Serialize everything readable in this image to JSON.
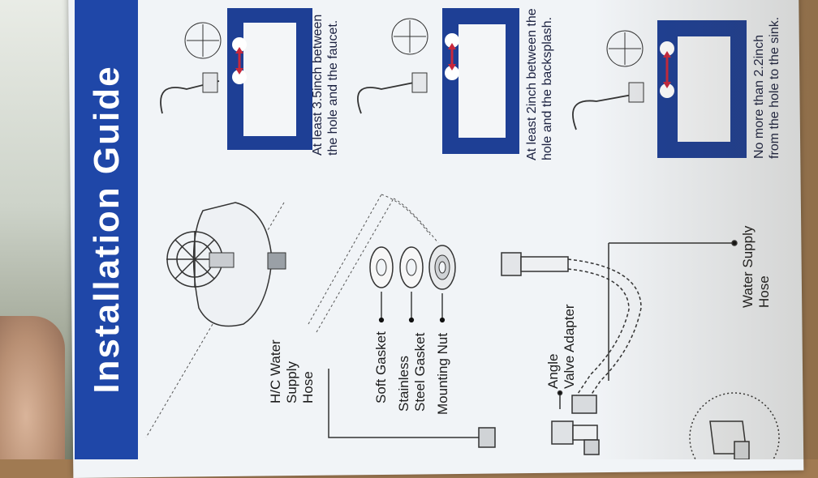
{
  "guide": {
    "title": "Installation Guide"
  },
  "parts": {
    "hc_hose": "H/C Water\nSupply\nHose",
    "soft_gasket": "Soft Gasket",
    "steel_gasket": "Stainless\nSteel Gasket",
    "mounting_nut": "Mounting Nut",
    "angle_adapter": "Angle\nValve Adapter",
    "water_hose": "Water Supply\nHose"
  },
  "diagrams": [
    {
      "caption": "At least 3.5inch between\nthe hole and the faucet."
    },
    {
      "caption": "At least 2inch between the\nhole and the backsplash."
    },
    {
      "caption": "No more than 2.2inch\nfrom the hole to the sink."
    }
  ],
  "colors": {
    "banner": "#1f47a8",
    "panel": "#1e3f95",
    "arrow": "#c8283c",
    "paper": "#f1f4f7"
  }
}
